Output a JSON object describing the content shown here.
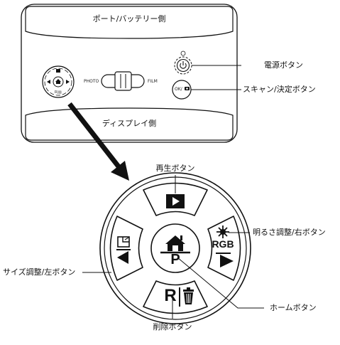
{
  "device": {
    "top_panel_label": "ポート/バッテリー側",
    "bottom_panel_label": "ディスプレイ側",
    "slider_left_label": "PHOTO",
    "slider_right_label": "FILM",
    "ok_button_text": "OK/",
    "mini_dpad_bottom_text": "R|▥"
  },
  "callouts": {
    "power_button": "電源ボタン",
    "scan_button": "スキャン/決定ボタン",
    "play_button": "再生ボタン",
    "brightness_right_button": "明るさ調整/右ボタン",
    "size_left_button": "サイズ調整/左ボタン",
    "home_button": "ホームボタン",
    "delete_button": "削除ボタン"
  },
  "dpad": {
    "rgb_text": "RGB",
    "home_p_text": "P",
    "delete_r_text": "R"
  },
  "icons": {
    "power": "power-icon",
    "camera": "camera-icon",
    "play": "play-icon",
    "brightness": "sun-icon",
    "crop": "crop-icon",
    "home": "home-icon",
    "trash": "trash-icon",
    "arrow_left": "arrow-left-icon",
    "arrow_right": "arrow-right-icon"
  }
}
